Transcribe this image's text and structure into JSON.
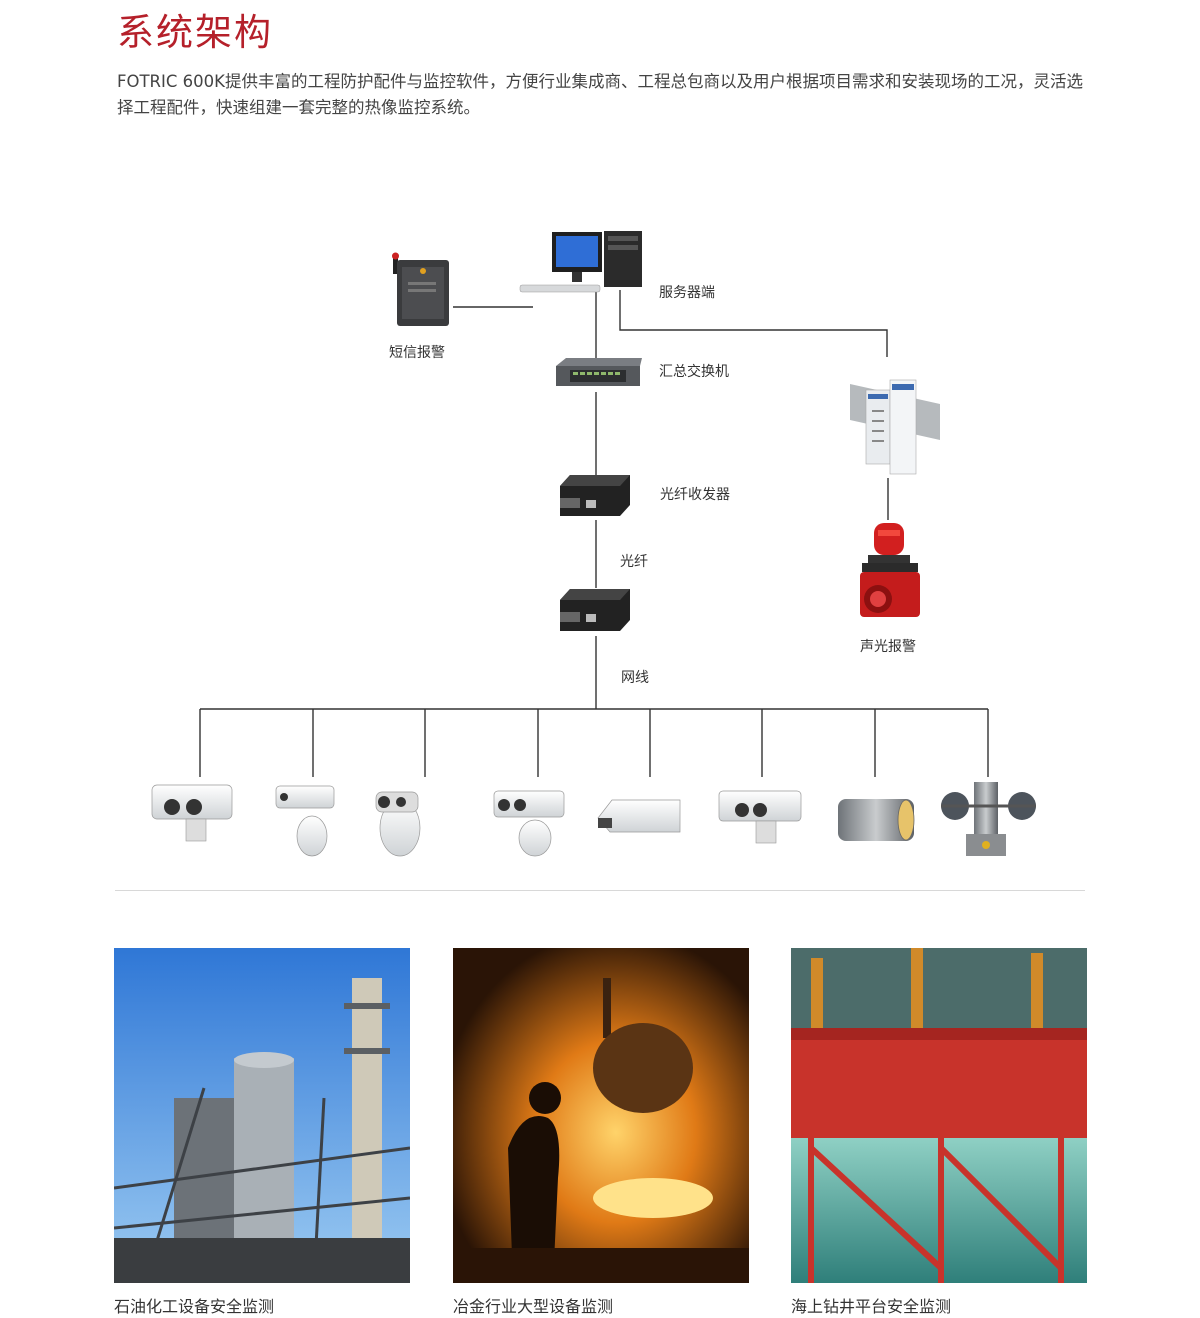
{
  "header": {
    "title": "系统架构",
    "intro": "FOTRIC 600K提供丰富的工程防护配件与监控软件，方便行业集成商、工程总包商以及用户根据项目需求和安装现场的工况，灵活选择工程配件，快速组建一套完整的热像监控系统。"
  },
  "diagram": {
    "server": "服务器端",
    "sms": "短信报警",
    "switch": "汇总交换机",
    "transceiver": "光纤收发器",
    "fiber": "光纤",
    "cable": "网线",
    "alarm": "声光报警",
    "colors": {
      "line": "#333333",
      "brand": "#b5202a",
      "alarm_red": "#d21f1f"
    }
  },
  "applications": [
    {
      "caption": "石油化工设备安全监测"
    },
    {
      "caption": "冶金行业大型设备监测"
    },
    {
      "caption": "海上钻井平台安全监测"
    }
  ]
}
